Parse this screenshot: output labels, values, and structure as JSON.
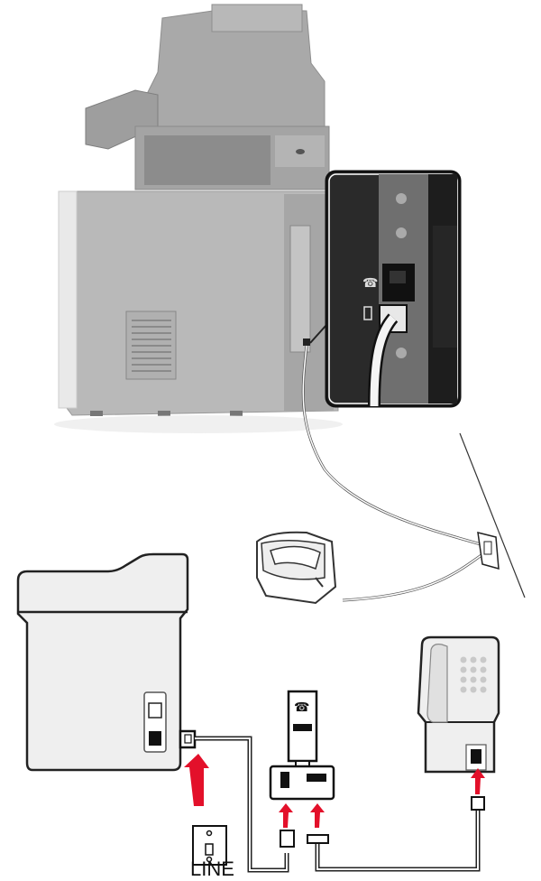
{
  "diagram": {
    "wall_jack_label": "LINE",
    "colors": {
      "arrow": "#e3102a",
      "printer_body": "#b9b9b9",
      "panel_dark": "#2d2d2d",
      "outline_fill": "#efefef"
    },
    "icons": [
      "printer",
      "port-panel-inset",
      "telephone",
      "wall-jack",
      "splitter",
      "rj11-plug",
      "red-arrow"
    ]
  }
}
